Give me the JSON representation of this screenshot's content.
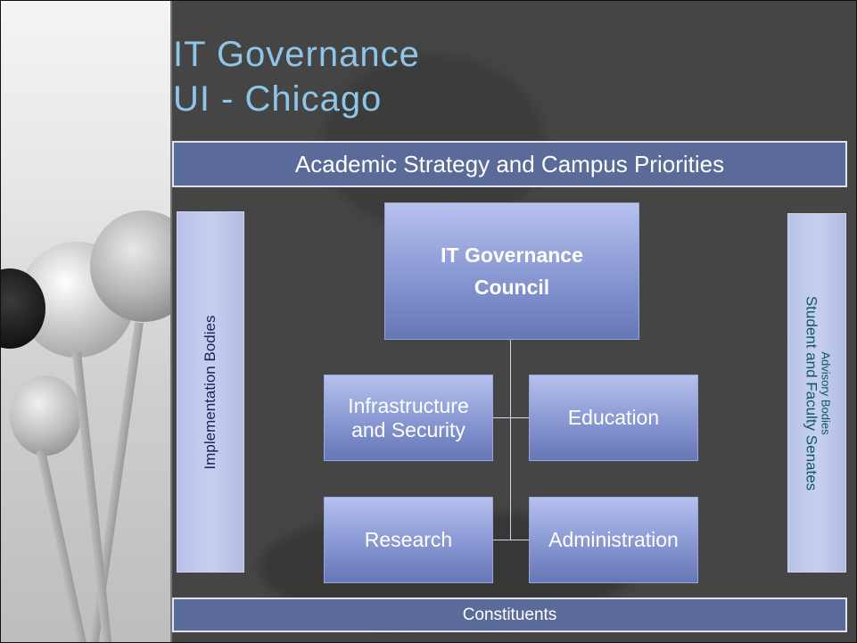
{
  "title": {
    "line1": "IT Governance",
    "line2": "UI - Chicago"
  },
  "top_bar": {
    "label": "Academic Strategy and Campus Priorities"
  },
  "bottom_bar": {
    "label": "Constituents"
  },
  "left_panel": {
    "label": "Implementation Bodies"
  },
  "right_panel": {
    "small_label": "Advisory Bodies",
    "big_label": "Student and Faculty Senates"
  },
  "council": {
    "line1": "IT Governance",
    "line2": "Council"
  },
  "committees": {
    "infrastructure": {
      "line1": "Infrastructure",
      "line2": "and Security"
    },
    "education": {
      "label": "Education"
    },
    "research": {
      "label": "Research"
    },
    "administration": {
      "label": "Administration"
    }
  },
  "colors": {
    "background": "#454545",
    "title": "#8ec6e8",
    "bar": "#5a6b9a",
    "box_top": "#b6c1ee",
    "box_bottom": "#6676b6",
    "left_panel_text": "#1a1f5a",
    "right_panel_text": "#0d5a5e"
  }
}
